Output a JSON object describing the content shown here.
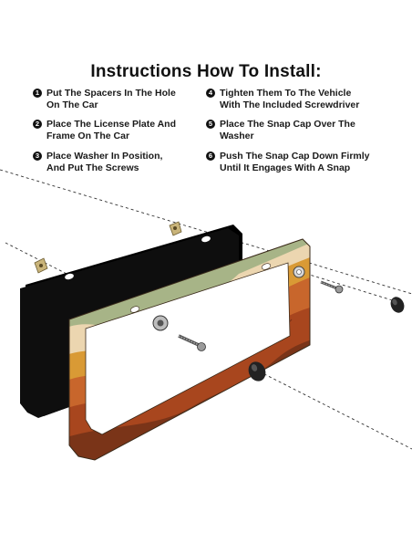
{
  "title": "Instructions How To Install:",
  "steps": [
    {
      "num": "1",
      "line1": "Put The Spacers In The Hole",
      "line2": "On The Car"
    },
    {
      "num": "2",
      "line1": "Place The License Plate And",
      "line2": "Frame On The Car"
    },
    {
      "num": "3",
      "line1": "Place Washer In Position,",
      "line2": "And Put The Screws"
    },
    {
      "num": "4",
      "line1": "Tighten Them To The Vehicle",
      "line2": "With The Included Screwdriver"
    },
    {
      "num": "5",
      "line1": "Place The Snap Cap Over The",
      "line2": "Washer"
    },
    {
      "num": "6",
      "line1": "Push The Snap Cap Down Firmly",
      "line2": "Until It Engages With A Snap"
    }
  ],
  "colors": {
    "plate": "#0e0e0e",
    "frame_orange": "#c8662c",
    "frame_rust": "#a8461e",
    "frame_brown": "#7a3418",
    "frame_mustard": "#d99a35",
    "frame_cream": "#ecd6b0",
    "frame_sage": "#a7b487",
    "hardware": "#c9b47a",
    "cap": "#222222"
  },
  "icons": [
    "step-number-badge",
    "spacer-icon",
    "screw-icon",
    "washer-icon",
    "snap-cap-icon"
  ]
}
